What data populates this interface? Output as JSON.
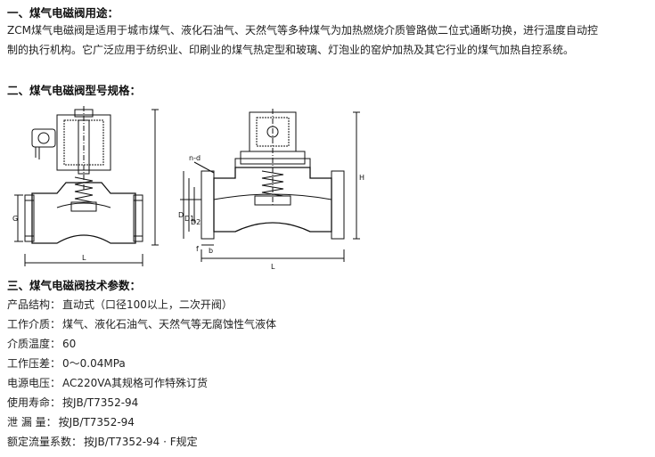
{
  "section1": {
    "heading": "一、煤气电磁阀用途：",
    "line1": "ZCM煤气电磁阀是适用于城市煤气、液化石油气、天然气等多种煤气为加热燃烧介质管路做二位式通断功换，进行温度自动控",
    "line2": "制的执行机构。它广泛应用于纺织业、印刷业的煤气热定型和玻璃、灯泡业的窑炉加热及其它行业的煤气加热自控系统。"
  },
  "section2": {
    "heading": "二、煤气电磁阀型号规格：",
    "left_labels": {
      "g": "G",
      "l": "L"
    },
    "right_labels": {
      "nd": "n-d",
      "h": "H",
      "d": "D",
      "d1": "D1",
      "d2": "D2",
      "f": "f",
      "b": "b",
      "l": "L"
    }
  },
  "section3": {
    "heading": "三、煤气电磁阀技术参数：",
    "params": [
      {
        "key": "产品结构：",
        "value": "直动式（口径100以上，二次开阀）"
      },
      {
        "key": "工作介质：",
        "value": "煤气、液化石油气、天然气等无腐蚀性气液体"
      },
      {
        "key": "介质温度：",
        "value": "60"
      },
      {
        "key": "工作压差：",
        "value": "0～0.04MPa"
      },
      {
        "key": "电源电压：",
        "value": "AC220VA其规格可作特殊订货"
      },
      {
        "key": "使用寿命：",
        "value": "按JB/T7352-94"
      },
      {
        "key": "泄 漏 量：",
        "value": "按JB/T7352-94"
      },
      {
        "key": "额定流量系数：",
        "value": "按JB/T7352-94 · F规定"
      }
    ]
  }
}
